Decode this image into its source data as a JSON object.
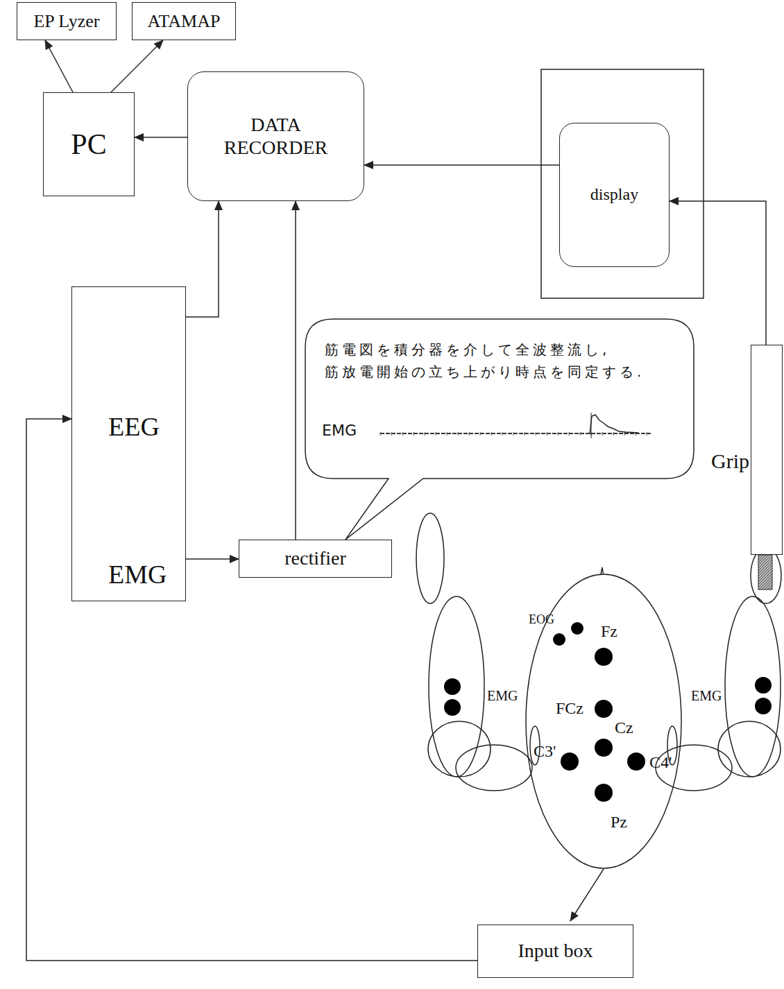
{
  "diagram": {
    "nodes": [
      {
        "text": [
          "EP Lyzer"
        ]
      },
      {
        "text": [
          "ATAMAP"
        ]
      },
      {
        "text": [
          "PC"
        ]
      },
      {
        "text": [
          "DATA RECORDER"
        ]
      },
      {
        "text": [
          "display"
        ]
      },
      {
        "text": [
          "EEG",
          "EMG"
        ]
      },
      {
        "text": [
          "rectifier"
        ]
      },
      {
        "text": [
          "筋電図を積分器を介して全波整流し, 筋放電開始の立ち上がり時点を同定する.",
          "EMG"
        ]
      },
      {
        "text": [
          "Grip"
        ]
      },
      {
        "text": [
          "Input box"
        ]
      }
    ],
    "edges": [
      {
        "from": 2,
        "to": 0,
        "arrow": "to"
      },
      {
        "from": 2,
        "to": 1,
        "arrow": "to"
      },
      {
        "from": 3,
        "to": 2,
        "arrow": "to"
      },
      {
        "from": 4,
        "to": 3,
        "arrow": "to"
      },
      {
        "from": 8,
        "to": 4,
        "arrow": "to"
      },
      {
        "from": 5,
        "to": 3,
        "arrow": "to"
      },
      {
        "from": 6,
        "to": 3,
        "arrow": "to"
      },
      {
        "from": 5,
        "to": 6,
        "arrow": "to"
      },
      {
        "from": 9,
        "to": 5,
        "arrow": "to"
      }
    ],
    "labels": [
      "EOG",
      "Fz",
      "FCz",
      "Cz",
      "C3'",
      "C4'",
      "Pz",
      "EMG",
      "EMG"
    ]
  }
}
